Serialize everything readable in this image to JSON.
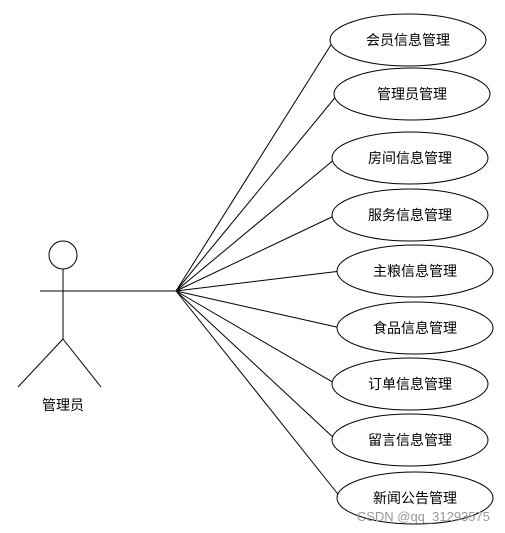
{
  "diagram": {
    "type": "use-case",
    "actor": {
      "name": "管理员"
    },
    "use_cases": [
      {
        "id": "uc1",
        "label": "会员信息管理"
      },
      {
        "id": "uc2",
        "label": "管理员管理"
      },
      {
        "id": "uc3",
        "label": "房间信息管理"
      },
      {
        "id": "uc4",
        "label": "服务信息管理"
      },
      {
        "id": "uc5",
        "label": "主粮信息管理"
      },
      {
        "id": "uc6",
        "label": "食品信息管理"
      },
      {
        "id": "uc7",
        "label": "订单信息管理"
      },
      {
        "id": "uc8",
        "label": "留言信息管理"
      },
      {
        "id": "uc9",
        "label": "新闻公告管理"
      }
    ],
    "colors": {
      "stroke": "#000000",
      "fill": "#ffffff",
      "watermark": "#9a9a9a"
    }
  },
  "watermark": {
    "text": "CSDN @qq_31293575"
  }
}
